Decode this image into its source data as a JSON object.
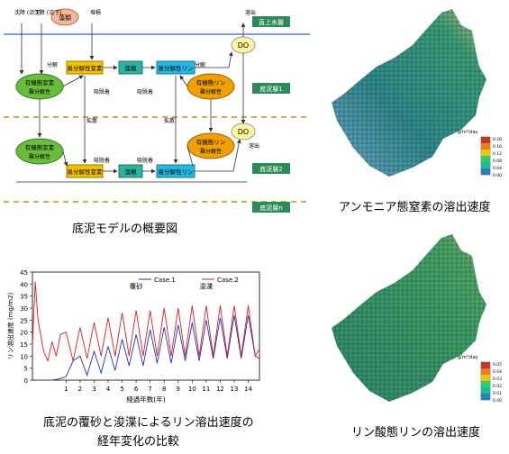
{
  "diagram": {
    "caption": "底泥モデルの概要図",
    "labels": {
      "top_left_1": "沈降\n(流下)",
      "top_left_2": "沈降\n(流下)",
      "cloud": "藻類",
      "top_mid_1": "堆積",
      "top_mid_2": "溶出",
      "top_right_1": "溶出",
      "water_layer": "直上水層",
      "do_label": "DO",
      "layer1": "底泥層1",
      "layer2": "底泥層2",
      "layern": "底泥層n",
      "organic_n": "有機態窒素",
      "organic_p": "有機態リン",
      "refractory": "難分解性",
      "labile_n": "易分解性窒素",
      "algae": "藻類",
      "labile_p": "易分解性リン",
      "adsorb1": "吸脱着",
      "adsorb2": "吸脱着",
      "decomp": "分解",
      "diffusion": "拡散",
      "release": "溶出"
    }
  },
  "map1": {
    "caption": "アンモニア態窒素の溶出速度",
    "unit": "g/m²/day",
    "colorbar_ticks": [
      "0.20",
      "0.16",
      "0.12",
      "0.08",
      "0.04",
      "0.00"
    ],
    "colors": [
      "#c0392b",
      "#e67e22",
      "#f1c40f",
      "#2ecc71",
      "#1abc9c",
      "#2980b9"
    ]
  },
  "map2": {
    "caption": "リン酸態リンの溶出速度",
    "unit": "g/m²/day",
    "colorbar_ticks": [
      "0.05",
      "0.04",
      "0.03",
      "0.02",
      "0.01",
      "0.00"
    ],
    "colors": [
      "#c0392b",
      "#e67e22",
      "#f1c40f",
      "#2ecc71",
      "#1abc9c",
      "#2980b9"
    ]
  },
  "chart_caption_line1": "底泥の覆砂と浚渫によるリン溶出速度の",
  "chart_caption_line2": "経年変化の比較",
  "chart_data": {
    "type": "line",
    "ylabel": "リン溶出速度 (mg/m2)",
    "xlabel": "経過年数(年)",
    "ylim": [
      0,
      45
    ],
    "yticks": [
      0,
      5,
      10,
      15,
      20,
      25,
      30,
      35,
      40,
      45
    ],
    "xticks": [
      1,
      2,
      3,
      4,
      5,
      6,
      7,
      8,
      9,
      10,
      11,
      12,
      13,
      14
    ],
    "xlim": [
      -1.4,
      14.8
    ],
    "legend": [
      "Case.1",
      "Case.2"
    ],
    "annotations": [
      "覆砂",
      "浚渫"
    ],
    "series": [
      {
        "name": "Case.1",
        "color": "#2030c0",
        "x": [
          0.0,
          0.5,
          1.0,
          1.5,
          2.0,
          2.5,
          3.0,
          3.5,
          4.0,
          4.5,
          5.0,
          5.5,
          6.0,
          6.5,
          7.0,
          7.5,
          8.0,
          8.5,
          9.0,
          9.5,
          10.0,
          10.5,
          11.0,
          11.5,
          12.0,
          12.5,
          13.0,
          13.5,
          14.0,
          14.5,
          14.8
        ],
        "y": [
          0,
          0.5,
          1.5,
          8,
          10,
          2,
          12,
          3,
          14,
          4,
          17,
          6,
          19,
          6,
          21,
          7,
          22,
          7,
          23,
          8,
          24,
          8,
          25,
          9,
          26,
          9,
          27,
          9,
          27,
          10,
          9
        ]
      },
      {
        "name": "Case.2",
        "color": "#d02020",
        "x": [
          -1.4,
          -1.2,
          -1.0,
          -0.6,
          -0.3,
          0.0,
          0.3,
          0.6,
          1.0,
          1.5,
          2.0,
          2.5,
          3.0,
          3.5,
          4.0,
          4.5,
          5.0,
          5.5,
          6.0,
          6.5,
          7.0,
          7.5,
          8.0,
          8.5,
          9.0,
          9.5,
          10.0,
          10.5,
          11.0,
          11.5,
          12.0,
          12.5,
          13.0,
          13.5,
          14.0,
          14.5,
          14.8
        ],
        "y": [
          14,
          41,
          25,
          12,
          8,
          16,
          10,
          19,
          20,
          8,
          22,
          9,
          24,
          10,
          26,
          10,
          28,
          10,
          29,
          10,
          29,
          10,
          30,
          10,
          30,
          10,
          31,
          10,
          31,
          10,
          31,
          10,
          31,
          10,
          31,
          10,
          13
        ]
      }
    ]
  }
}
